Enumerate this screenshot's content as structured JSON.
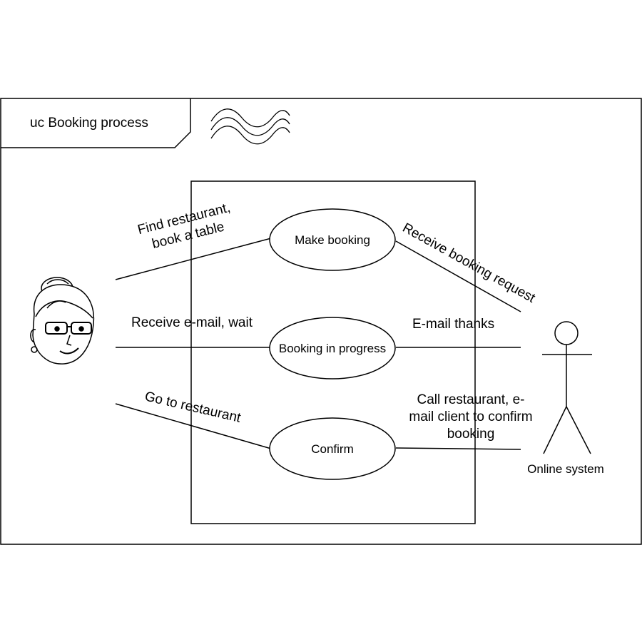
{
  "frame": {
    "title": "uc Booking process"
  },
  "use_cases": {
    "make_booking": "Make booking",
    "booking_in_progress": "Booking in progress",
    "confirm": "Confirm"
  },
  "actors": {
    "client": {
      "icon": "woman-with-glasses-icon"
    },
    "online_system": {
      "name": "Online system",
      "icon": "stick-figure-actor-icon"
    }
  },
  "associations": {
    "find_line1": "Find restaurant,",
    "find_line2": "book a table",
    "receive_email": "Receive e-mail, wait",
    "go_to_restaurant": "Go to restaurant",
    "receive_request": "Receive booking request",
    "email_thanks": "E-mail thanks",
    "call_line1": "Call restaurant, e-",
    "call_line2": "mail client to confirm",
    "call_line3": "booking"
  },
  "decoration": {
    "icon": "wave-lines-icon"
  }
}
